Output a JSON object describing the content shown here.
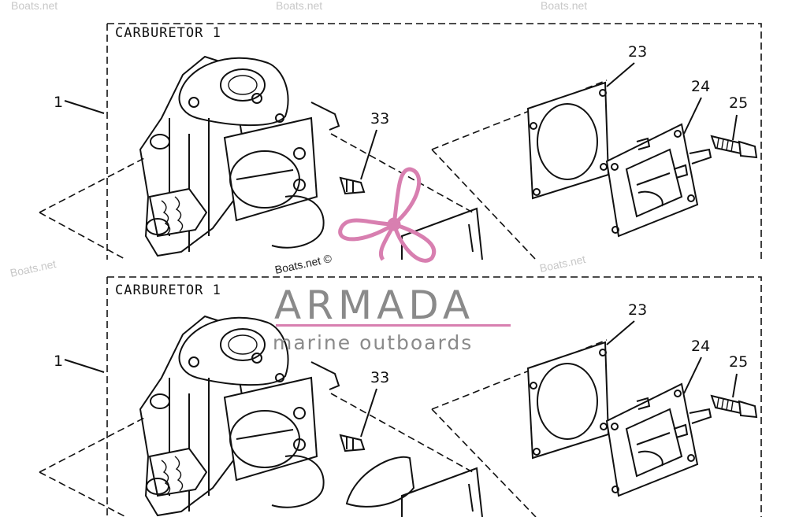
{
  "panels": [
    {
      "title": "CARBURETOR 1",
      "labels": {
        "ref1": "1",
        "ref23": "23",
        "ref24": "24",
        "ref25": "25",
        "ref33": "33"
      }
    },
    {
      "title": "CARBURETOR 1",
      "labels": {
        "ref1": "1",
        "ref23": "23",
        "ref24": "24",
        "ref25": "25",
        "ref33": "33"
      }
    }
  ],
  "watermark": {
    "text": "Boats.net",
    "registered": "Boats.net ©"
  },
  "brand": {
    "name": "ARMADA",
    "tagline": "marine outboards",
    "logo_color": "#d87fb0",
    "text_color": "#8a8a8a"
  }
}
